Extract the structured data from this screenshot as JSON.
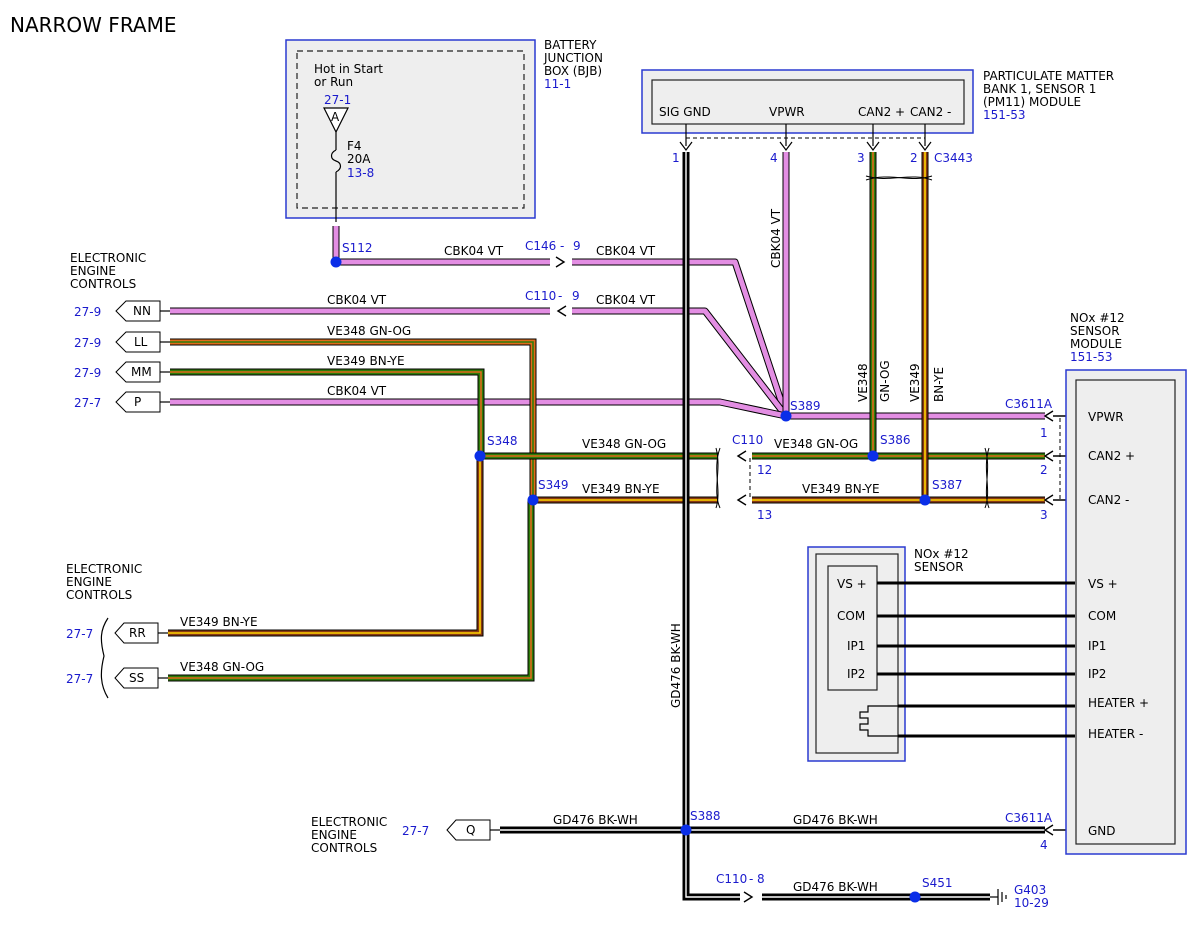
{
  "title": "NARROW FRAME",
  "colors": {
    "ref": "#1a1acd",
    "module_fill": "#eeeeee",
    "module_border": "#2a3ad0",
    "vt": "#e38ee3",
    "gn": "#2e7d0a",
    "og": "#e06b1a",
    "bn": "#8a3a12",
    "ye": "#ffd500",
    "bk": "#000000",
    "wh": "#ffffff",
    "splice": "#0a2ee8"
  },
  "bjb": {
    "name_lines": [
      "BATTERY",
      "JUNCTION",
      "BOX (BJB)"
    ],
    "page_ref": "11-1",
    "hot_lines": [
      "Hot in Start",
      "or Run"
    ],
    "bus_ref": "27-1",
    "bus_letter": "A",
    "fuse_name": "F4",
    "fuse_rating": "20A",
    "fuse_ref": "13-8"
  },
  "pm_module": {
    "name_lines": [
      "PARTICULATE MATTER",
      "BANK 1, SENSOR 1",
      "(PM11) MODULE"
    ],
    "page_ref": "151-53",
    "pins": [
      "SIG GND",
      "VPWR",
      "CAN2 +",
      "CAN2 -"
    ],
    "pin_numbers": [
      "1",
      "4",
      "3",
      "2"
    ],
    "connector": "C3443"
  },
  "nox_module": {
    "name_lines": [
      "NOx #12",
      "SENSOR",
      "MODULE"
    ],
    "page_ref": "151-53",
    "connector": "C3611A",
    "connector2": "C3611A",
    "pins": [
      "VPWR",
      "CAN2 +",
      "CAN2 -",
      "VS +",
      "COM",
      "IP1",
      "IP2",
      "HEATER +",
      "HEATER -",
      "GND"
    ],
    "pin_numbers": [
      "1",
      "2",
      "3",
      "4"
    ]
  },
  "nox_sensor": {
    "name_lines": [
      "NOx #12",
      "SENSOR"
    ],
    "pins": [
      "VS +",
      "COM",
      "IP1",
      "IP2"
    ]
  },
  "eec_upper": {
    "name_lines": [
      "ELECTRONIC",
      "ENGINE",
      "CONTROLS"
    ],
    "connectors": [
      {
        "ref": "27-9",
        "pin": "NN",
        "wire": "CBK04  VT"
      },
      {
        "ref": "27-9",
        "pin": "LL",
        "wire": "VE348  GN-OG"
      },
      {
        "ref": "27-9",
        "pin": "MM",
        "wire": "VE349  BN-YE"
      },
      {
        "ref": "27-7",
        "pin": "P",
        "wire": "CBK04  VT"
      }
    ]
  },
  "eec_lower": {
    "name_lines": [
      "ELECTRONIC",
      "ENGINE",
      "CONTROLS"
    ],
    "connectors": [
      {
        "ref": "27-7",
        "pin": "RR",
        "wire": "VE349   BN-YE"
      },
      {
        "ref": "27-7",
        "pin": "SS",
        "wire": "VE348   GN-OG"
      }
    ]
  },
  "eec_gnd": {
    "name_lines": [
      "ELECTRONIC",
      "ENGINE",
      "CONTROLS"
    ],
    "ref": "27-7",
    "pin": "Q"
  },
  "splices": [
    "S112",
    "S389",
    "S348",
    "S349",
    "S386",
    "S387",
    "S388",
    "S451"
  ],
  "inline": {
    "c146": "C146",
    "c146_pin": "9",
    "c110a": "C110",
    "c110a_pin": "9",
    "c110": "C110",
    "c110_pins": [
      "12",
      "13"
    ],
    "c110b": "C110",
    "c110b_pin": "8"
  },
  "wire_labels": {
    "cbk04_s112": "CBK04   VT",
    "cbk04_after_c146": "CBK04   VT",
    "cbk04_after_c110": "CBK04   VT",
    "cbk04_vertical": "CBK04  VT",
    "ve348_s348": "VE348  GN-OG",
    "ve348_c110": "VE348  GN-OG",
    "ve349_s349": "VE349  BN-YE",
    "ve349_c110": "VE349  BN-YE",
    "ve348_vertical": "VE348",
    "gn_og_vertical": "GN-OG",
    "ve349_vertical": "VE349",
    "bn_ye_vertical": "BN-YE",
    "gd476_vertical": "GD476  BK-WH",
    "gd476_left": "GD476   BK-WH",
    "gd476_right": "GD476   BK-WH",
    "gd476_bottom": "GD476   BK-WH"
  },
  "ground": {
    "name": "G403",
    "ref": "10-29"
  }
}
